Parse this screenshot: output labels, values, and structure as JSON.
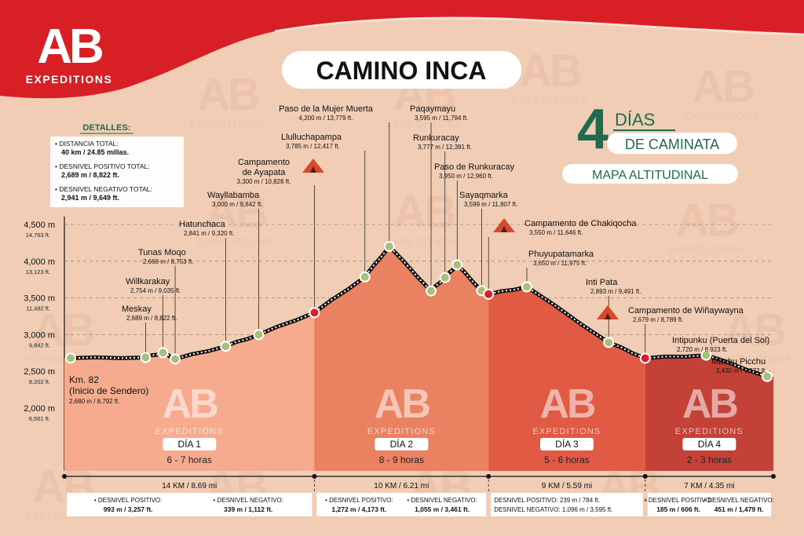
{
  "brand": {
    "letters": "AB",
    "name": "EXPEDITIONS",
    "red": "#d81f26",
    "dark": "#1b1b1b"
  },
  "title": "CAMINO INCA",
  "subtitle": {
    "number": "4",
    "line1": "DÍAS",
    "line2": "DE CAMINATA",
    "line3": "MAPA ALTITUDINAL",
    "color": "#1f6b4e"
  },
  "details": {
    "heading": "DETALLES:",
    "items": [
      {
        "label": "DISTANCIA TOTAL:",
        "value": "40 km / 24.85 millas."
      },
      {
        "label": "DESNIVEL POSITIVO TOTAL:",
        "value": "2,689 m / 8,822 ft."
      },
      {
        "label": "DESNIVEL NEGATIVO TOTAL:",
        "value": "2,941 m / 9,649 ft."
      }
    ]
  },
  "chart_data": {
    "type": "area",
    "title": "CAMINO INCA",
    "ylabel": "",
    "ylim": [
      1500,
      4500
    ],
    "y_ticks": [
      {
        "m": "4,500 m",
        "ft": "14,763 ft.",
        "value": 4500
      },
      {
        "m": "4,000 m",
        "ft": "13,123 ft.",
        "value": 4000
      },
      {
        "m": "3,500 m",
        "ft": "11,482 ft.",
        "value": 3500
      },
      {
        "m": "3,000 m",
        "ft": "9,842 ft.",
        "value": 3000
      },
      {
        "m": "2,500 m",
        "ft": "8,202 ft.",
        "value": 2500
      },
      {
        "m": "2,000 m",
        "ft": "6,561 ft.",
        "value": 2000
      }
    ],
    "waypoints": [
      {
        "name": "Km. 82",
        "name2": "(Inicio de Sendero)",
        "alt": "2,680 m / 8,792 ft.",
        "elev": 2680,
        "km": 0,
        "camp": false
      },
      {
        "name": "Meskay",
        "alt": "2,689 m / 8,822 ft.",
        "elev": 2689,
        "km": 4.3,
        "camp": false
      },
      {
        "name": "Willkarakay",
        "alt": "2,754 m / 9,035 ft.",
        "elev": 2754,
        "km": 5.3,
        "camp": false
      },
      {
        "name": "Tunas Moqo",
        "alt": "2,668 m / 8,753 ft.",
        "elev": 2668,
        "km": 6.0,
        "camp": false
      },
      {
        "name": "Hatunchaca",
        "alt": "2,841 m / 9,320 ft.",
        "elev": 2841,
        "km": 8.9,
        "camp": false
      },
      {
        "name": "Wayllabamba",
        "alt": "3,000 m / 9,842 ft.",
        "elev": 3000,
        "km": 10.8,
        "camp": false
      },
      {
        "name": "Campamento",
        "name2": "de Ayapata",
        "alt": "3,300 m / 10,826 ft.",
        "elev": 3300,
        "km": 14.0,
        "camp": true
      },
      {
        "name": "Llulluchapampa",
        "alt": "3,785 m / 12,417 ft.",
        "elev": 3785,
        "km": 16.9,
        "camp": false
      },
      {
        "name": "Paso de la Mujer Muerta",
        "alt": "4,200 m / 13,779 ft.",
        "elev": 4200,
        "km": 18.3,
        "camp": false
      },
      {
        "name": "Paqaymayu",
        "alt": "3,595 m / 11,794 ft.",
        "elev": 3595,
        "km": 20.7,
        "camp": false
      },
      {
        "name": "Runkuracay",
        "alt": "3,777 m / 12,391 ft.",
        "elev": 3777,
        "km": 21.5,
        "camp": false
      },
      {
        "name": "Paso de Runkuracay",
        "alt": "3,950 m / 12,960 ft.",
        "elev": 3950,
        "km": 22.2,
        "camp": false
      },
      {
        "name": "Sayaqmarka",
        "alt": "3,599 m / 11,807 ft.",
        "elev": 3599,
        "km": 23.6,
        "camp": false
      },
      {
        "name": "Campamento de Chakiqocha",
        "alt": "3,550 m / 11,646 ft.",
        "elev": 3550,
        "km": 24.0,
        "camp": true
      },
      {
        "name": "Phuyupatamarka",
        "alt": "3,650 m / 11,975 ft.",
        "elev": 3650,
        "km": 26.2,
        "camp": false
      },
      {
        "name": "Inti Pata",
        "alt": "2,893 m / 9,491 ft.",
        "elev": 2893,
        "km": 30.9,
        "camp": false
      },
      {
        "name": "Campamento de Wiñaywayna",
        "alt": "2,679 m / 8,789 ft.",
        "elev": 2679,
        "km": 33.0,
        "camp": true
      },
      {
        "name": "Intipunku (Puerta del Sol)",
        "alt": "2,720 m / 8,923 ft.",
        "elev": 2720,
        "km": 36.5,
        "camp": false
      },
      {
        "name": "Machu Picchu",
        "alt": "2,430 m / 7,972 ft.",
        "elev": 2430,
        "km": 40.0,
        "camp": false
      }
    ]
  },
  "days": [
    {
      "label": "DÍA 1",
      "hours": "6 - 7 horas",
      "distance": "14 KM / 8.69 mi",
      "pos_label": "DESNIVEL POSITIVO:",
      "pos_value": "993 m / 3,257 ft.",
      "neg_label": "DESNIVEL NEGATIVO:",
      "neg_value": "339 m / 1,112 ft.",
      "color": "#f6ab8e"
    },
    {
      "label": "DÍA 2",
      "hours": "8 - 9 horas",
      "distance": "10 KM / 6.21 mi",
      "pos_label": "DESNIVEL POSITIVO:",
      "pos_value": "1,272 m / 4,173 ft.",
      "neg_label": "DESNIVEL NEGATIVO:",
      "neg_value": "1,055 m / 3,461 ft.",
      "color": "#ea8161"
    },
    {
      "label": "DÍA 3",
      "hours": "5 - 6 horas",
      "distance": "9 KM / 5.59 mi",
      "pos_line": "DESNIVEL POSITIVO: 239 m / 784 ft.",
      "neg_line": "DESNIVEL NEGATIVO: 1,096 m / 3,595 ft.",
      "color": "#e05a44"
    },
    {
      "label": "DÍA 4",
      "hours": "2 - 3 horas",
      "distance": "7 KM / 4.35 mi",
      "pos_label": "DESNIVEL POSITIVO:",
      "pos_value": "185 m / 606 ft.",
      "neg_label": "DESNIVEL NEGATIVO:",
      "neg_value": "451 m / 1,479 ft.",
      "color": "#c34136"
    }
  ]
}
